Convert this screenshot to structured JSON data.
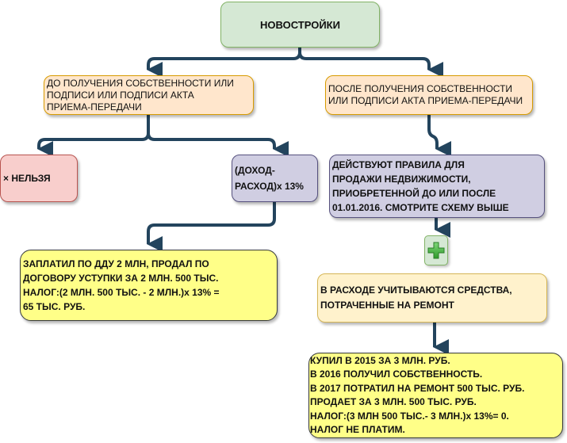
{
  "diagram": {
    "title": "НОВОСТРОЙКИ",
    "colors": {
      "connector": "#23445d",
      "title_fill": "#d5e8d4",
      "branch_fill": "#ffe6cc",
      "forbid_fill": "#f8cecc",
      "formula_fill": "#d0cee2",
      "example_fill": "#ffff88",
      "note_fill": "#fff2cc",
      "plus_green": "#3aa535"
    },
    "nodes": {
      "before": "ДО ПОЛУЧЕНИЯ СОБСТВЕННОСТИ ИЛИ\nПОДПИСИ ИЛИ ПОДПИСИ АКТА\nПРИЕМА-ПЕРЕДАЧИ",
      "after": "ПОСЛЕ ПОЛУЧЕНИЯ СОБСТВЕННОСТИ\nИЛИ ПОДПИСИ АКТА ПРИЕМА-ПЕРЕДАЧИ",
      "forbid": "× НЕЛЬЗЯ",
      "formula": "(ДОХОД-\nРАСХОД)х 13%",
      "rules": "ДЕЙСТВУЮТ ПРАВИЛА ДЛЯ\nПРОДАЖИ НЕДВИЖИМОСТИ,\nПРИОБРЕТЕННОЙ ДО ИЛИ ПОСЛЕ\n01.01.2016. СМОТРИТЕ СХЕМУ ВЫШЕ",
      "example1": "ЗАПЛАТИЛ ПО ДДУ 2 МЛН, ПРОДАЛ ПО\nДОГОВОРУ УСТУПКИ ЗА 2 МЛН. 500 ТЫС.\nНАЛОГ:(2 МЛН. 500 ТЫС. - 2 МЛН.)х 13% =\n65 ТЫС. РУБ.",
      "repair": "В РАСХОДЕ УЧИТЫВАЮТСЯ СРЕДСТВА,\nПОТРАЧЕННЫЕ НА РЕМОНТ",
      "example2": "КУПИЛ В 2015 ЗА 3 МЛН. РУБ.\nВ 2016 ПОЛУЧИЛ СОБСТВЕННОСТЬ.\nВ 2017 ПОТРАТИЛ НА РЕМОНТ 500 ТЫС. РУБ.\nПРОДАЕТ ЗА 3 МЛН. 500 ТЫС. РУБ.\nНАЛОГ:(3 МЛН 500 ТЫС.- 3 МЛН.)х 13%= 0.\nНАЛОГ НЕ ПЛАТИМ."
    },
    "plus_icon": "plus-icon"
  }
}
